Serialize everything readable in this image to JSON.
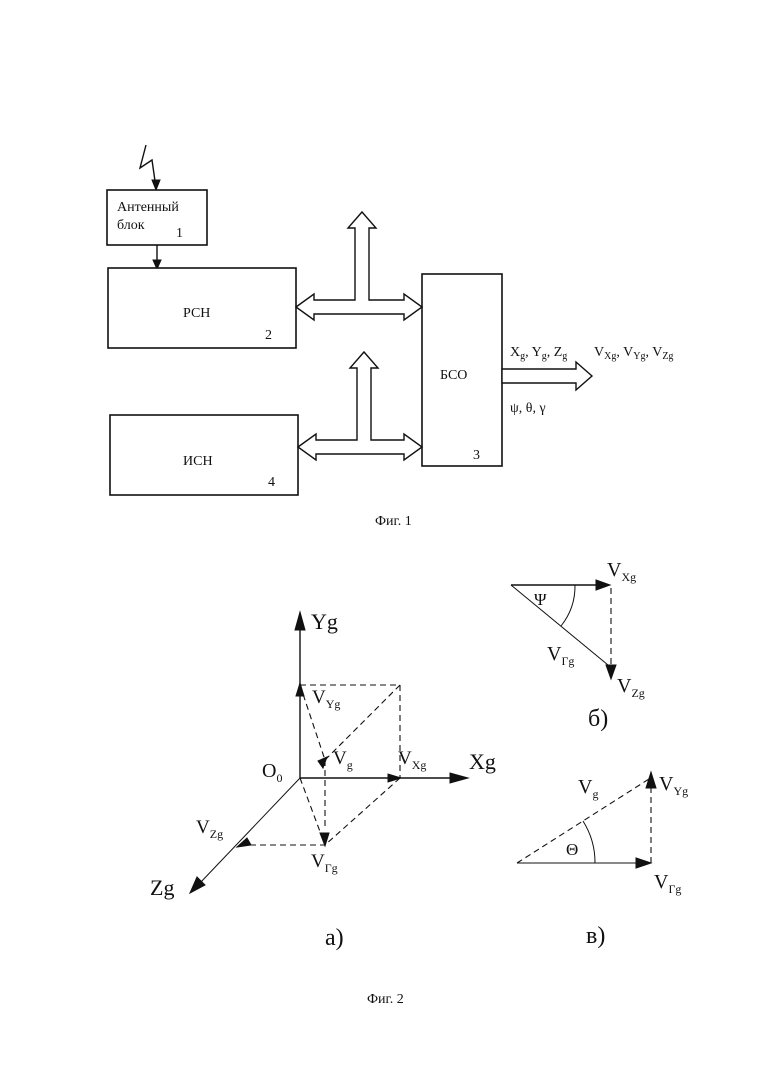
{
  "fig1": {
    "caption": "Фиг. 1",
    "antenna": {
      "line1": "Антенный",
      "line2": "блок",
      "num": "1"
    },
    "rsn": {
      "label": "РСН",
      "num": "2"
    },
    "bso": {
      "label": "БСО",
      "num": "3"
    },
    "isn": {
      "label": "ИСН",
      "num": "4"
    },
    "outputs": {
      "pos": [
        "X",
        "g",
        ", Y",
        "g",
        ", Z",
        "g"
      ],
      "vel": [
        "V",
        "Xg",
        ", V",
        "Yg",
        ", V",
        "Zg"
      ],
      "angles": "ψ, θ, γ"
    }
  },
  "fig2": {
    "caption": "Фиг. 2",
    "a": {
      "label": "а)",
      "origin": "O",
      "origin_sub": "0",
      "axis_y": "Yg",
      "axis_x": "Xg",
      "axis_z": "Zg",
      "v": "V",
      "v_sub": "g",
      "vx": "V",
      "vx_sub": "Xg",
      "vy": "V",
      "vy_sub": "Yg",
      "vz": "V",
      "vz_sub": "Zg",
      "vr": "V",
      "vr_sub": "Гg"
    },
    "b": {
      "label": "б)",
      "angle": "Ψ",
      "vx": "V",
      "vx_sub": "Xg",
      "vz": "V",
      "vz_sub": "Zg",
      "vr": "V",
      "vr_sub": "Гg"
    },
    "c": {
      "label": "в)",
      "angle": "Θ",
      "v": "V",
      "v_sub": "g",
      "vy": "V",
      "vy_sub": "Yg",
      "vr": "V",
      "vr_sub": "Гg"
    }
  }
}
